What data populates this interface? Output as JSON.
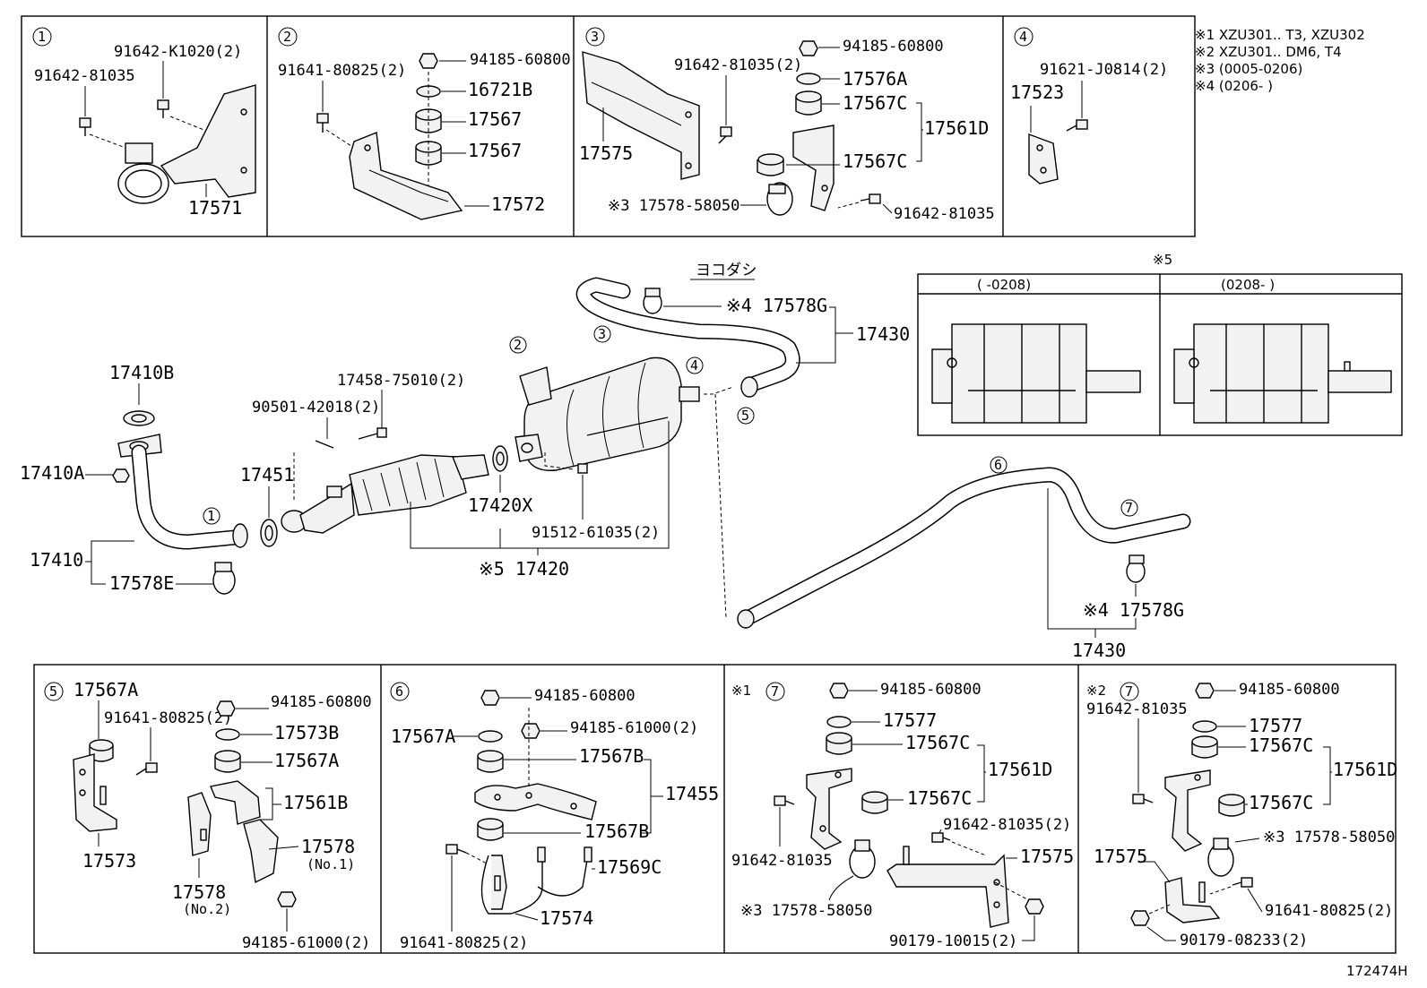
{
  "legend": {
    "n1": "※1  XZU301.. T3, XZU302",
    "n2": "※2  XZU301.. DM6, T4",
    "n3": "※3  (0005-0206)",
    "n4": "※4  (0206-         )"
  },
  "panel1": {
    "num": "1",
    "p1": "91642-K1020(2)",
    "p2": "91642-81035",
    "p3": "17571"
  },
  "panel2": {
    "num": "2",
    "p1": "91641-80825(2)",
    "p2": "94185-60800",
    "p3": "16721B",
    "p4": "17567",
    "p5": "17567",
    "p6": "17572"
  },
  "panel3": {
    "num": "3",
    "p1": "94185-60800",
    "p2": "91642-81035(2)",
    "p3": "17576A",
    "p4": "17567C",
    "p5": "17561D",
    "p6": "17575",
    "p7": "17567C",
    "p8": "※3 17578-58050",
    "p9": "91642-81035"
  },
  "panel4": {
    "num": "4",
    "p1": "91621-J0814(2)",
    "p2": "17523"
  },
  "mid": {
    "yokodashi": "ヨコダシ",
    "p17578G_a": "※4 17578G",
    "p17430_a": "17430",
    "p17410B": "17410B",
    "p17458": "17458-75010(2)",
    "p90501": "90501-42018(2)",
    "p17410A": "17410A",
    "p17451": "17451",
    "p17420X": "17420X",
    "p91512": "91512-61035(2)",
    "p17410": "17410",
    "p17578E": "17578E",
    "p17420": "※5  17420",
    "p17578G_b": "※4  17578G",
    "p17430_b": "17430",
    "c1": "1",
    "c2": "2",
    "c3": "3",
    "c4": "4",
    "c5": "5",
    "c6": "6",
    "c7": "7"
  },
  "inset": {
    "title": "※5",
    "col1": "(        -0208)",
    "col2": "(0208-        )"
  },
  "panel5": {
    "num": "5",
    "p1": "17567A",
    "p2": "94185-60800",
    "p3": "91641-80825(2)",
    "p4": "17573B",
    "p5": "17567A",
    "p6": "17561B",
    "p7": "17578",
    "p7sub": "(No.1)",
    "p8": "17573",
    "p9": "17578",
    "p9sub": "(No.2)",
    "p10": "94185-61000(2)"
  },
  "panel6": {
    "num": "6",
    "p1": "94185-60800",
    "p2": "17567A",
    "p3": "94185-61000(2)",
    "p4": "17567B",
    "p5": "17455",
    "p6": "17567B",
    "p7": "17569C",
    "p8": "17574",
    "p9": "91641-80825(2)"
  },
  "panel7a": {
    "note": "※1",
    "num": "7",
    "p1": "94185-60800",
    "p2": "17577",
    "p3": "17567C",
    "p4": "17561D",
    "p5": "17567C",
    "p6": "91642-81035(2)",
    "p7": "17575",
    "p8": "91642-81035",
    "p9": "※3  17578-58050",
    "p10": "90179-10015(2)"
  },
  "panel7b": {
    "note": "※2",
    "num": "7",
    "p1": "94185-60800",
    "p2": "91642-81035",
    "p3": "17577",
    "p4": "17567C",
    "p5": "17561D",
    "p6": "17567C",
    "p7": "※3 17578-58050",
    "p8": "17575",
    "p9": "91641-80825(2)",
    "p10": "90179-08233(2)"
  },
  "footer": {
    "code": "172474H"
  }
}
